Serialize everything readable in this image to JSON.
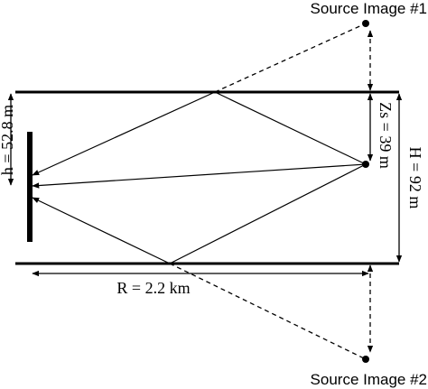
{
  "labels": {
    "source_image_1": "Source Image #1",
    "source_image_2": "Source Image #2",
    "depth_label": "H = 92 m",
    "source_depth_label": "Zs = 39 m",
    "array_height_label": "h = 52.8 m",
    "range_label": "R = 2.2 km"
  }
}
